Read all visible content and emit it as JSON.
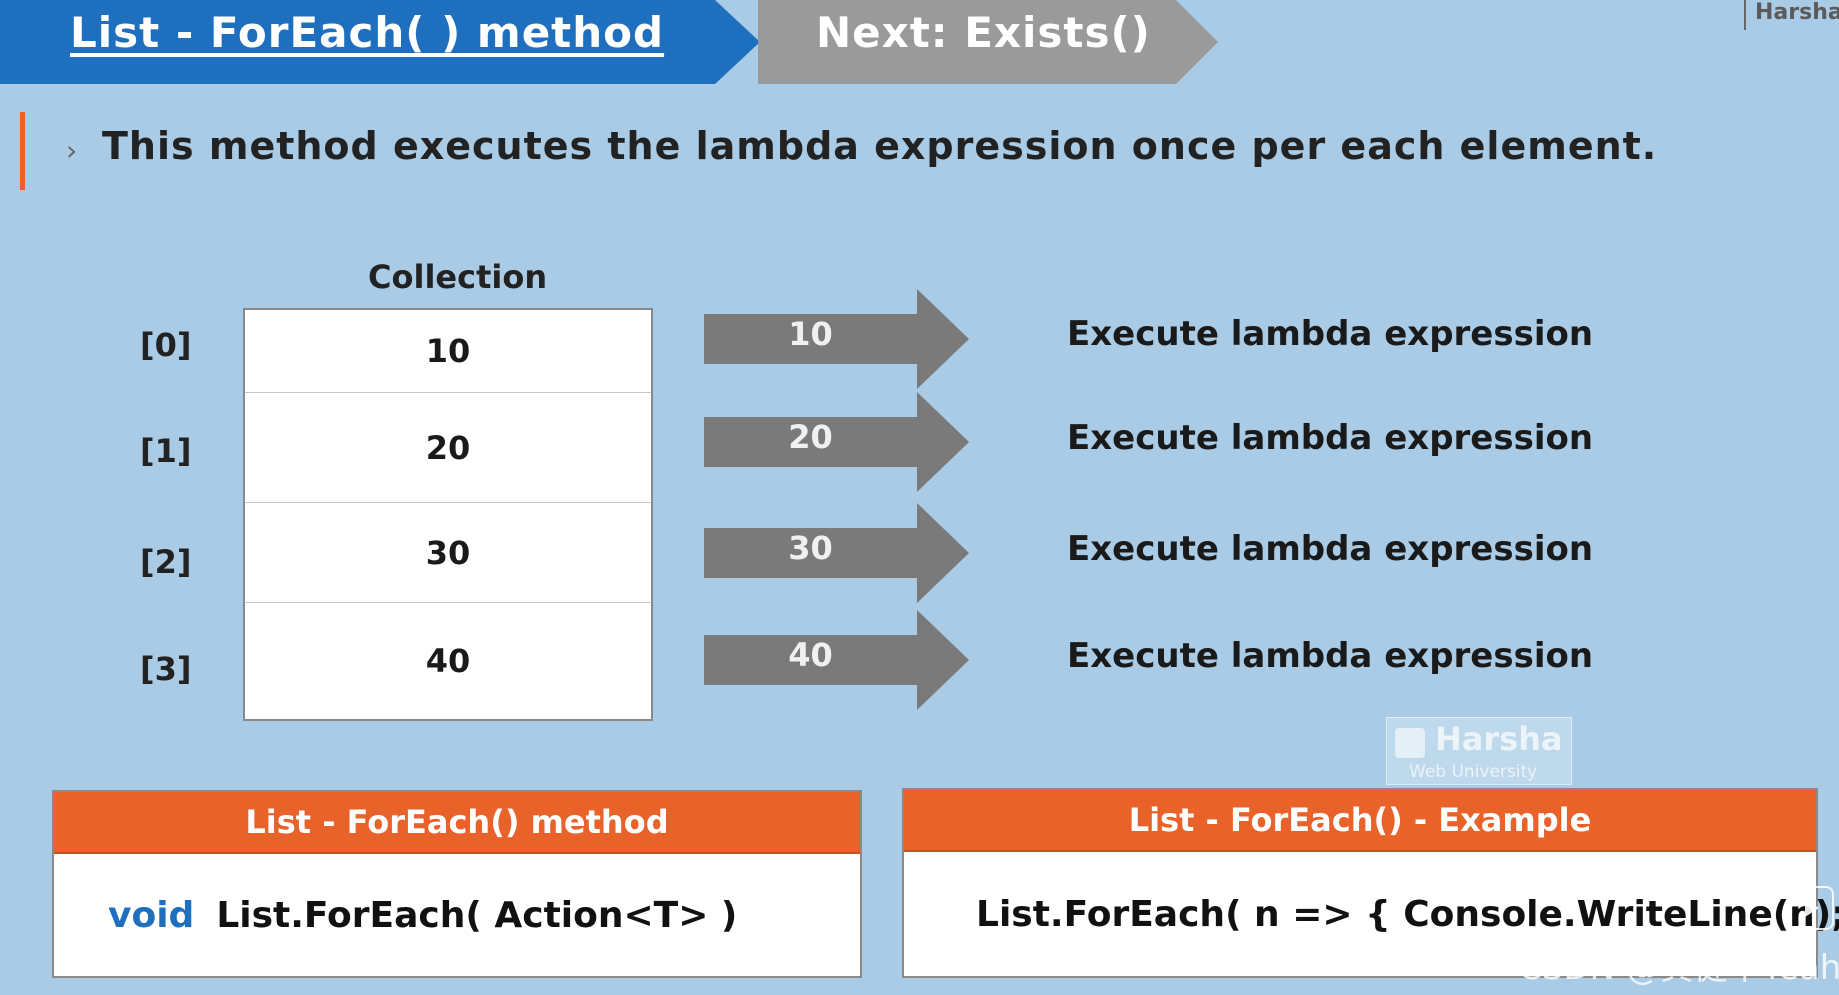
{
  "header": {
    "current_tab": "List - ForEach( ) method",
    "next_tab": "Next: Exists()",
    "brand": "Harsha"
  },
  "bullet": {
    "icon": "chevron-right-icon",
    "text": "This method executes the lambda expression once per each element."
  },
  "collection": {
    "title": "Collection",
    "indices": [
      "[0]",
      "[1]",
      "[2]",
      "[3]"
    ],
    "values": [
      "10",
      "20",
      "30",
      "40"
    ]
  },
  "arrows": {
    "values": [
      "10",
      "20",
      "30",
      "40"
    ],
    "label": "Execute lambda expression"
  },
  "watermark": {
    "name": "Harsha",
    "sub": "Web University"
  },
  "panels": {
    "left": {
      "title": "List - ForEach() method",
      "keyword": "void",
      "code": "List.ForEach( Action<T> )"
    },
    "right": {
      "title": "List - ForEach() - Example",
      "code": "List.ForEach( n => { Console.WriteLine(n); } )"
    }
  },
  "footer": {
    "watermark": "CSDN @黄健华Yeah"
  },
  "colors": {
    "background": "#a9cbe6",
    "current_tab": "#1f6fbf",
    "next_tab": "#9a9a9a",
    "accent": "#e8622a",
    "arrow": "#7a7a7a",
    "keyword": "#1f6fbf"
  }
}
